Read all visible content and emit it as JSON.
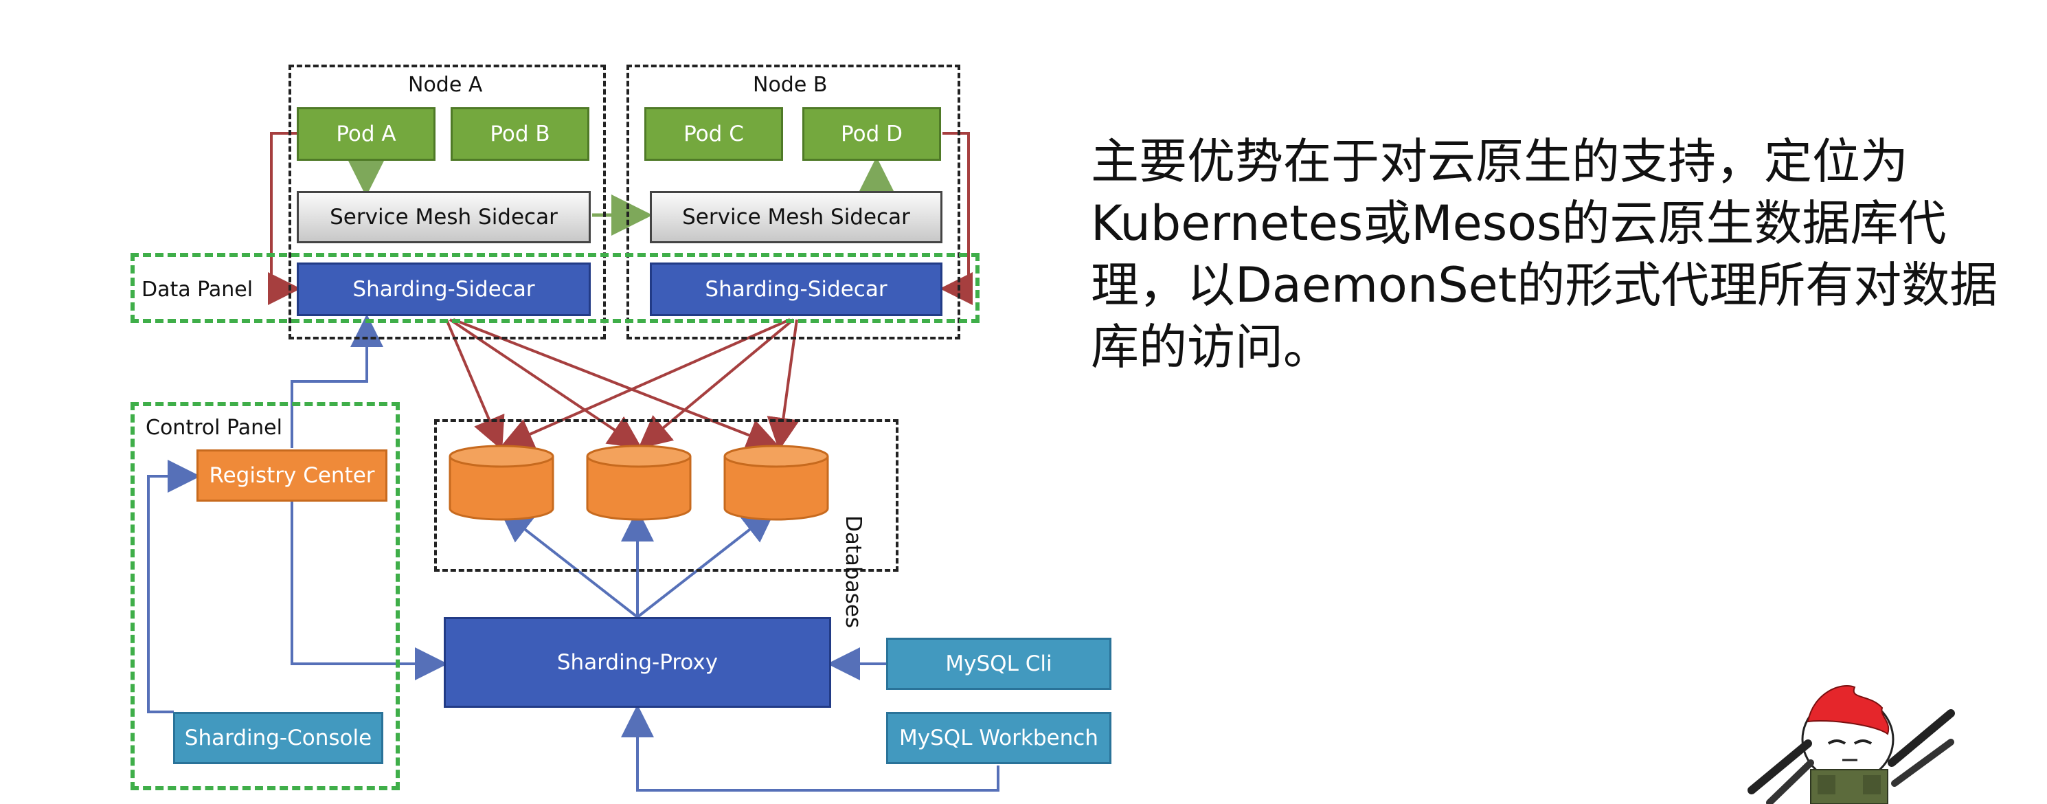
{
  "diagram": {
    "node_a": "Node A",
    "node_b": "Node B",
    "pods": [
      "Pod A",
      "Pod B",
      "Pod C",
      "Pod D"
    ],
    "sidecar_mesh": "Service Mesh Sidecar",
    "sharding_sidecar": "Sharding-Sidecar",
    "data_panel": "Data Panel",
    "control_panel": "Control Panel",
    "registry_center": "Registry Center",
    "sharding_console": "Sharding-Console",
    "databases": "Databases",
    "sharding_proxy": "Sharding-Proxy",
    "mysql_cli": "MySQL Cli",
    "mysql_workbench": "MySQL Workbench"
  },
  "description": "主要优势在于对云原生的支持，定位为Kubernetes或Mesos的云原生数据库代理，以DaemonSet的形式代理所有对数据库的访问。",
  "colors": {
    "pod": "#74a83e",
    "sidecar": "#3d5db8",
    "registry": "#ef8a39",
    "client": "#4299bf",
    "panel_border": "#3fae49",
    "arrow_red": "#a63f3f",
    "arrow_blue": "#5670b8",
    "arrow_green": "#7ea85a"
  },
  "icons": [
    "database-icon",
    "mascot-icon"
  ]
}
